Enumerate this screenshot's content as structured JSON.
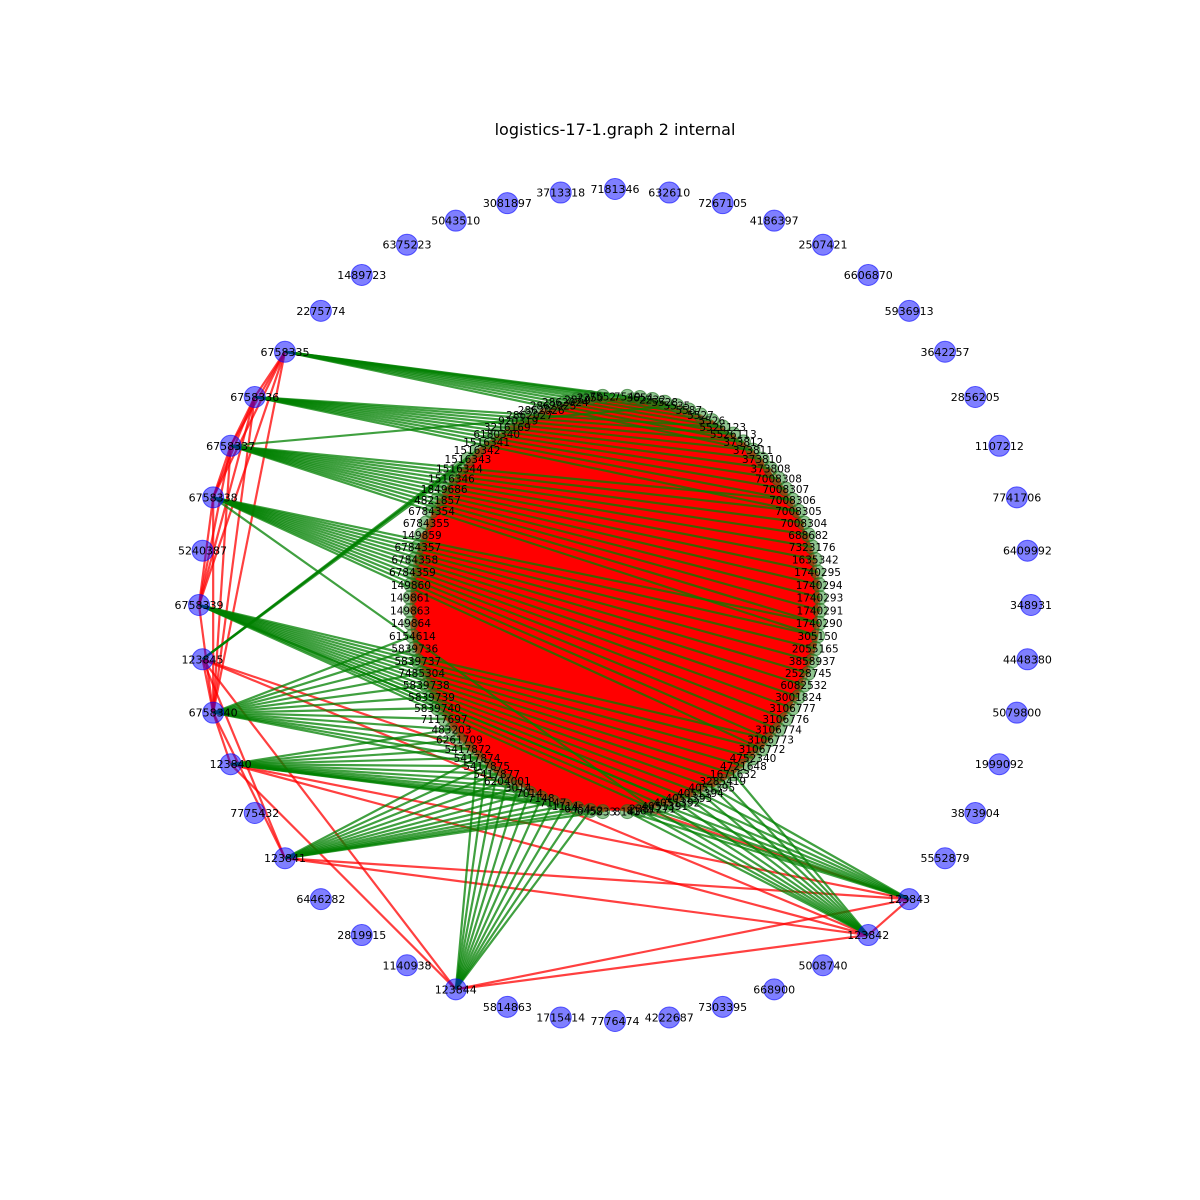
{
  "title": "logistics-17-1.graph 2 internal",
  "colors": {
    "outer_node": "#0000ff",
    "inner_node": "#228b22",
    "red_edge": "#ff0000",
    "green_edge": "#008000"
  },
  "outer_nodes": [
    "7181346",
    "632610",
    "7267105",
    "4186397",
    "2507421",
    "6606870",
    "5936913",
    "3642257",
    "2856205",
    "1107212",
    "7741706",
    "6409992",
    "348931",
    "4448380",
    "5079800",
    "1999092",
    "3873904",
    "5552879",
    "123843",
    "123842",
    "5008740",
    "668900",
    "7303395",
    "4222687",
    "7776474",
    "1715414",
    "5814863",
    "123844",
    "1140938",
    "2819915",
    "6446282",
    "123841",
    "7775432",
    "123840",
    "6758340",
    "123845",
    "6758339",
    "5240387",
    "6758338",
    "6758337",
    "6758336",
    "6758335",
    "2275774",
    "1489723",
    "6375223",
    "5043510",
    "3081897",
    "3713318"
  ],
  "inner_nodes_right": [
    "7549",
    "3654",
    "2232",
    "5528",
    "5535",
    "5587",
    "5527",
    "5526",
    "5526123",
    "5526113",
    "373812",
    "373811",
    "373810",
    "373808",
    "7008308",
    "7008307",
    "7008306",
    "7008305",
    "7008304",
    "688682",
    "7323176",
    "1635342",
    "1740295",
    "1740294",
    "1740293",
    "1740291",
    "1740290",
    "305150",
    "2055165",
    "3858937",
    "2528745",
    "6082532",
    "3001824",
    "3106777",
    "3106776",
    "3106774",
    "3106773",
    "3106772",
    "4752340",
    "4721648",
    "1671632",
    "3285419",
    "4051395",
    "4051394",
    "4051393",
    "4051392",
    "4051391",
    "2381271",
    "8164",
    "8143"
  ],
  "inner_nodes_left": [
    "7552",
    "2350",
    "2850",
    "2862024",
    "2862025",
    "2862026",
    "2862027",
    "920319",
    "3216169",
    "6180340",
    "1516341",
    "1516342",
    "1516343",
    "1516344",
    "1516346",
    "1849686",
    "4821857",
    "6784354",
    "6784355",
    "149859",
    "6784357",
    "6784358",
    "6784359",
    "149860",
    "149861",
    "149863",
    "149864",
    "6154614",
    "5839736",
    "5839737",
    "7485304",
    "5839738",
    "5839739",
    "5839740",
    "7117697",
    "483203",
    "6261709",
    "5417872",
    "5417874",
    "5417875",
    "5417877",
    "6204001",
    "3014",
    "7014",
    "7148",
    "7147",
    "1114",
    "6454",
    "6452",
    "5833"
  ],
  "green_hubs": [
    "6758335",
    "6758336",
    "6758337",
    "6758338",
    "6758339",
    "6758340",
    "123845",
    "123840",
    "123841",
    "123844",
    "123843",
    "123842"
  ]
}
